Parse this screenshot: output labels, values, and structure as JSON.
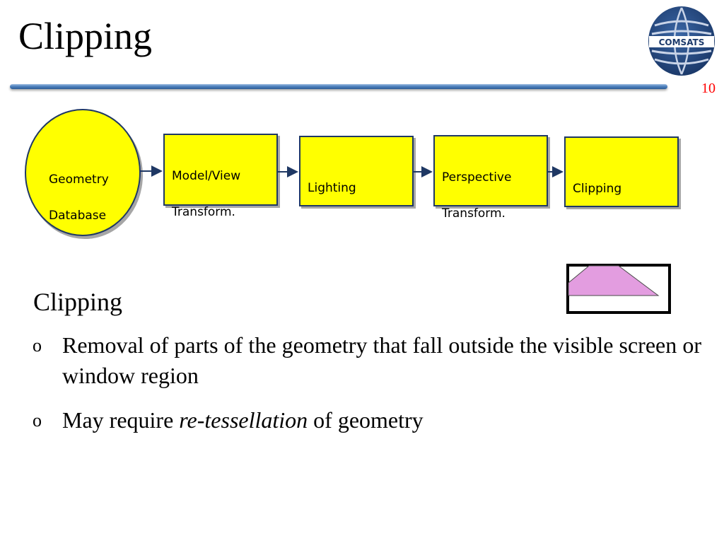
{
  "slide": {
    "title": "Clipping",
    "number": "10",
    "logo_text": "COMSATS"
  },
  "pipeline": {
    "stages": [
      {
        "line1": "Geometry",
        "line2": "Database",
        "shape": "ellipse"
      },
      {
        "line1": "Model/View",
        "line2": "Transform.",
        "shape": "rectangle"
      },
      {
        "line1": "Lighting",
        "line2": "",
        "shape": "rectangle"
      },
      {
        "line1": "Perspective",
        "line2": "Transform.",
        "shape": "rectangle"
      },
      {
        "line1": "Clipping",
        "line2": "",
        "shape": "rectangle"
      }
    ],
    "fill_color": "#ffff00",
    "border_color": "#1f3864"
  },
  "illustration": {
    "window_color": "#000000",
    "polygon_color": "#e39de0"
  },
  "content": {
    "heading": "Clipping",
    "bullets": [
      {
        "marker": "o",
        "text": "Removal of parts of the geometry that fall outside the visible screen or window region"
      },
      {
        "marker": "o",
        "text_before": "May require ",
        "emphasis": "re-tessellation",
        "text_after": " of geometry"
      }
    ]
  }
}
